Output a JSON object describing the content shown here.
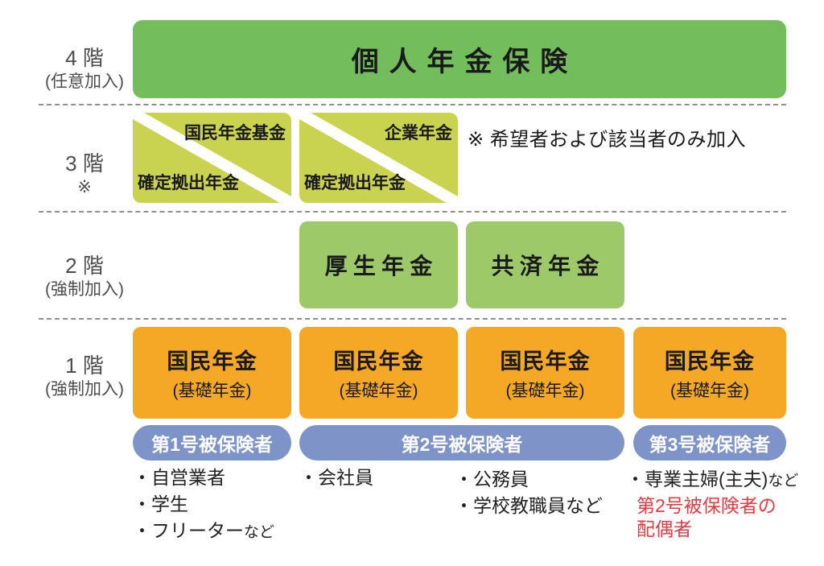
{
  "palette": {
    "green_dark": "#73bd5d",
    "green_light": "#cad350",
    "green_mid": "#9dc968",
    "orange": "#f5a826",
    "blue": "#7e93c8",
    "red": "#e73b43",
    "label_gray": "#4d4d4d",
    "dash_gray": "#8f8f8f"
  },
  "floor_labels": [
    {
      "line1": "4 階",
      "line2": "(任意加入)"
    },
    {
      "line1": "3 階",
      "line2": "※"
    },
    {
      "line1": "2 階",
      "line2": "(強制加入)"
    },
    {
      "line1": "1 階",
      "line2": "(強制加入)"
    }
  ],
  "floor4": {
    "title": "個人年金保険"
  },
  "floor3": {
    "box1": {
      "top": "国民年金基金",
      "bottom": "確定拠出年金"
    },
    "box2": {
      "top": "企業年金",
      "bottom": "確定拠出年金"
    },
    "note": "※ 希望者および該当者のみ加入"
  },
  "floor2": {
    "box1": "厚生年金",
    "box2": "共済年金"
  },
  "floor1": {
    "boxes": [
      {
        "title": "国民年金",
        "subtitle": "(基礎年金)"
      },
      {
        "title": "国民年金",
        "subtitle": "(基礎年金)"
      },
      {
        "title": "国民年金",
        "subtitle": "(基礎年金)"
      },
      {
        "title": "国民年金",
        "subtitle": "(基礎年金)"
      }
    ]
  },
  "insured_pills": [
    {
      "label": "第1号被保険者"
    },
    {
      "label": "第2号被保険者"
    },
    {
      "label": "第3号被保険者"
    }
  ],
  "member_lists": {
    "col1": {
      "item1": "・自営業者",
      "item2": "・学生",
      "item3": "・フリーター",
      "item3_suffix": "など"
    },
    "col2": {
      "item1": "・会社員"
    },
    "col3": {
      "item1": "・公務員",
      "item2": "・学校教職員など"
    },
    "col4": {
      "item1": "・専業主婦(主夫)",
      "item1_suffix": "など",
      "red1": "第2号被保険者の",
      "red2": "配偶者"
    }
  }
}
